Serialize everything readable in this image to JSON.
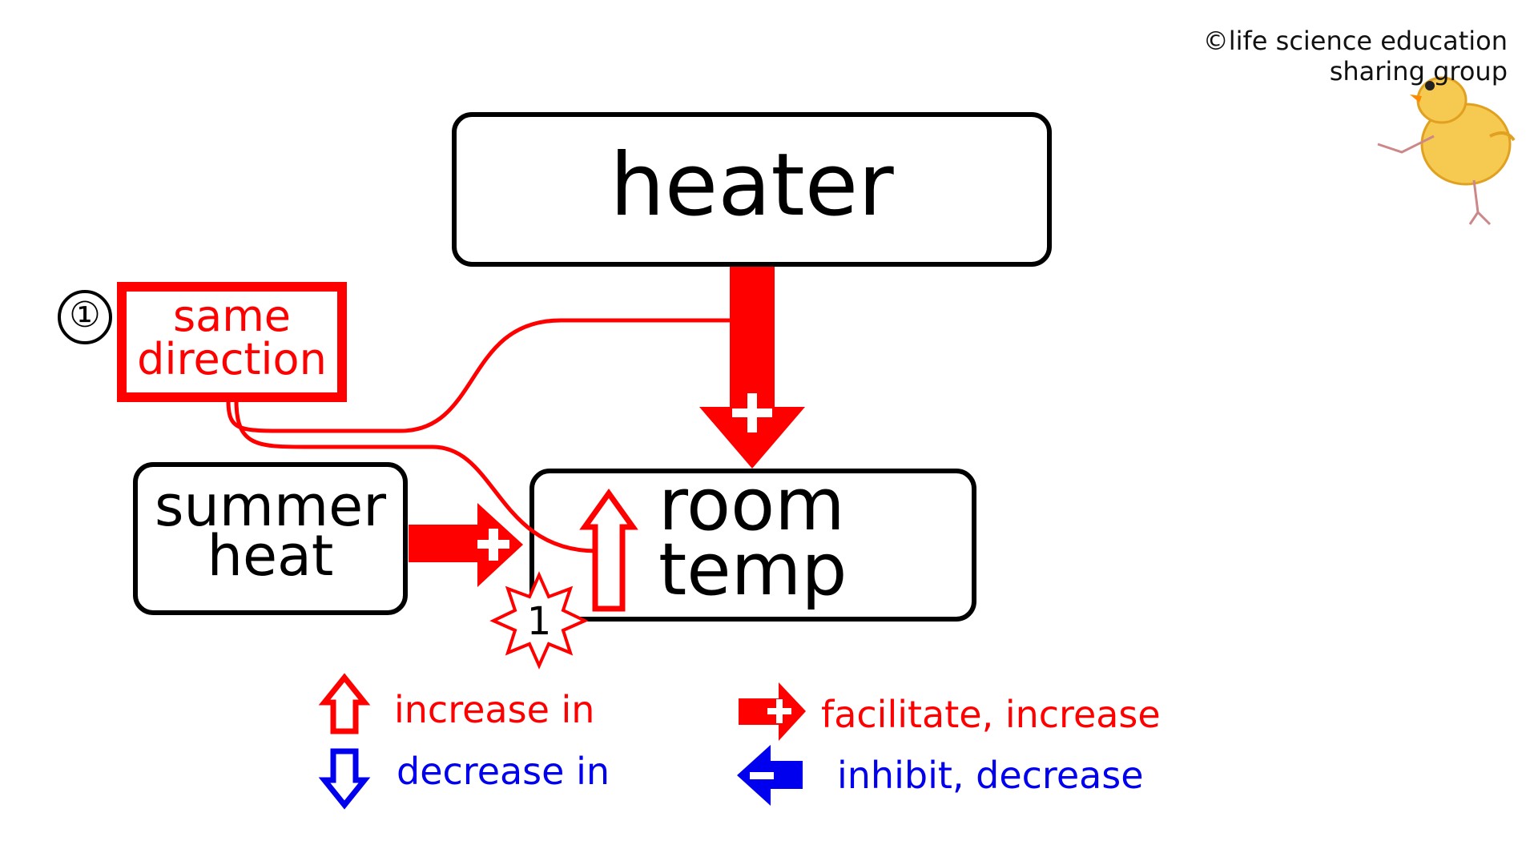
{
  "copyright": {
    "line1": "©life science education",
    "line2": "sharing group"
  },
  "nodes": {
    "heater": "heater",
    "summer_heat": {
      "line1": "summer",
      "line2": "heat"
    },
    "room_temp": {
      "line1": "room",
      "line2": "temp"
    }
  },
  "annotation": {
    "marker": "①",
    "label_line1": "same",
    "label_line2": "direction",
    "star_number": "1"
  },
  "legend": {
    "increase": "increase in",
    "decrease": "decrease in",
    "facilitate": "facilitate, increase",
    "inhibit": "inhibit, decrease"
  },
  "colors": {
    "red": "#ff0000",
    "blue": "#0000ee",
    "black": "#000000"
  },
  "icons": [
    "chick-drawing-icon",
    "up-arrow-icon",
    "down-arrow-icon",
    "plus-arrow-icon",
    "minus-arrow-icon",
    "star-burst-icon"
  ]
}
